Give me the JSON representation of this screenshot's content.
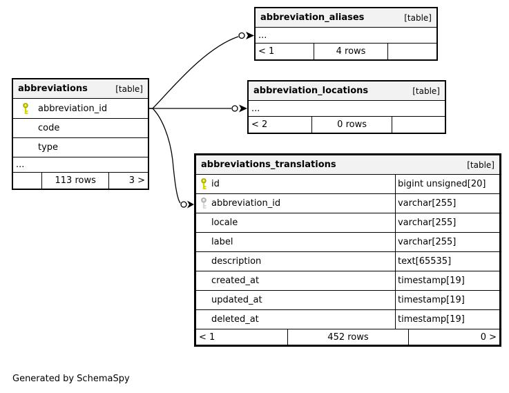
{
  "canvas": {
    "footer_note": "Generated by SchemaSpy"
  },
  "colors": {
    "header_bg": "#f2f2f2",
    "border": "#000000",
    "pk_key_fill": "#d6d600",
    "pk_key_stroke": "#9a9a00",
    "fk_key_fill": "#d8d8d8",
    "fk_key_stroke": "#9a9a9a"
  },
  "tables": {
    "aliases": {
      "name": "abbreviation_aliases",
      "tag": "[table]",
      "rows": [
        {
          "key": "none",
          "name": "..."
        }
      ],
      "footer": {
        "left": "< 1",
        "center": "4 rows",
        "right": ""
      }
    },
    "abbreviations": {
      "name": "abbreviations",
      "tag": "[table]",
      "rows": [
        {
          "key": "pk",
          "name": "abbreviation_id"
        },
        {
          "key": "none",
          "name": "code"
        },
        {
          "key": "none",
          "name": "type"
        },
        {
          "key": "none",
          "name": "..."
        }
      ],
      "footer": {
        "left": "",
        "center": "113 rows",
        "right": "3 >"
      }
    },
    "locations": {
      "name": "abbreviation_locations",
      "tag": "[table]",
      "rows": [
        {
          "key": "none",
          "name": "..."
        }
      ],
      "footer": {
        "left": "< 2",
        "center": "0 rows",
        "right": ""
      }
    },
    "translations": {
      "name": "abbreviations_translations",
      "tag": "[table]",
      "rows": [
        {
          "key": "pk",
          "name": "id",
          "type": "bigint unsigned[20]"
        },
        {
          "key": "fk",
          "name": "abbreviation_id",
          "type": "varchar[255]"
        },
        {
          "key": "none",
          "name": "locale",
          "type": "varchar[255]"
        },
        {
          "key": "none",
          "name": "label",
          "type": "varchar[255]"
        },
        {
          "key": "none",
          "name": "description",
          "type": "text[65535]"
        },
        {
          "key": "none",
          "name": "created_at",
          "type": "timestamp[19]"
        },
        {
          "key": "none",
          "name": "updated_at",
          "type": "timestamp[19]"
        },
        {
          "key": "none",
          "name": "deleted_at",
          "type": "timestamp[19]"
        }
      ],
      "footer": {
        "left": "< 1",
        "center": "452 rows",
        "right": "0 >"
      }
    }
  },
  "relationships": [
    {
      "from": "abbreviations.abbreviation_id",
      "to": "abbreviation_aliases"
    },
    {
      "from": "abbreviations.abbreviation_id",
      "to": "abbreviation_locations"
    },
    {
      "from": "abbreviations.abbreviation_id",
      "to": "abbreviations_translations.abbreviation_id"
    }
  ]
}
